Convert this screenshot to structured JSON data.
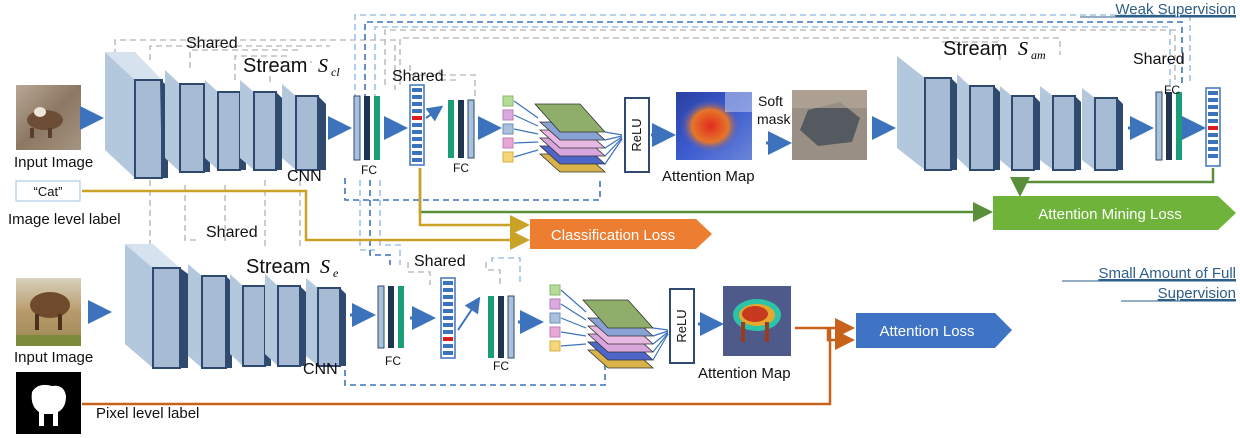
{
  "supervision": {
    "weak": "Weak Supervision",
    "full_line1": "Small Amount of Full",
    "full_line2": "Supervision"
  },
  "top": {
    "input_label": "Input Image",
    "class_tag": "“Cat”",
    "image_level_label": "Image level label",
    "shared_left": "Shared",
    "stream_word": "Stream",
    "stream_main": "S",
    "stream_sub": "cl",
    "shared_fc": "Shared",
    "fc1": "FC",
    "fc2": "FC",
    "cnn": "CNN",
    "relu": "ReLU",
    "attention_map": "Attention Map",
    "soft_mask_1": "Soft",
    "soft_mask_2": "mask",
    "stream2_main": "S",
    "stream2_sub": "am",
    "shared_right": "Shared",
    "fc3": "FC"
  },
  "bottom": {
    "input_label": "Input Image",
    "pixel_label": "Pixel level label",
    "shared_left": "Shared",
    "stream_word": "Stream",
    "stream_main": "S",
    "stream_sub": "e",
    "shared_fc": "Shared",
    "fc1": "FC",
    "fc2": "FC",
    "cnn": "CNN",
    "relu": "ReLU",
    "attention_map": "Attention Map"
  },
  "losses": {
    "classification": "Classification Loss",
    "attention_mining": "Attention Mining Loss",
    "attention": "Attention Loss"
  },
  "colors": {
    "block_front": "#b3c7dd",
    "block_side": "#2f4a6e",
    "block_top": "#d6e2ee",
    "arrow_blue": "#3d73bd",
    "dashed_blue": "#3d73bd",
    "dashed_lightblue": "#9fc2e6",
    "dashed_gray": "#c0c0c0",
    "gold": "#c9a227",
    "green": "#5a8f3a",
    "orange_line": "#c8621a",
    "loss_orange": "#ec7d31",
    "loss_green": "#6fb33a",
    "loss_blue": "#3f74c4",
    "fc_green": "#1b9e77",
    "fc_dark": "#1f3552",
    "fc_light": "#a9c1dd"
  }
}
